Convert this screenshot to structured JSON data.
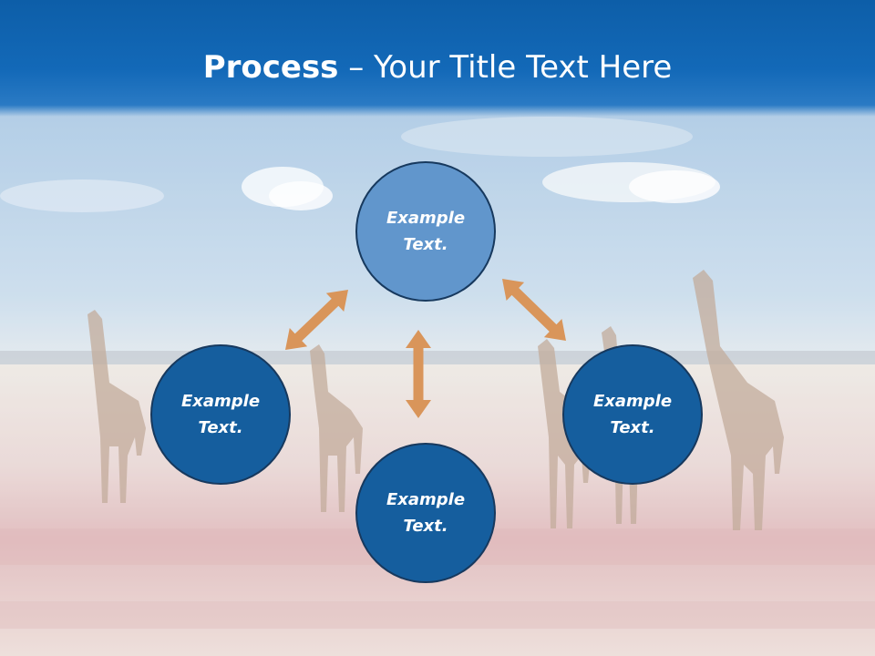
{
  "title": {
    "bold": "Process",
    "rest": " – Your Title Text Here"
  },
  "nodes": [
    {
      "label": "Example Text.",
      "color": "#6196cc"
    },
    {
      "label": "Example Text.",
      "color": "#155e9e"
    },
    {
      "label": "Example Text.",
      "color": "#155e9e"
    },
    {
      "label": "Example Text.",
      "color": "#155e9e"
    }
  ],
  "colors": {
    "title_band": "#1369b8",
    "arrow": "#d9955a",
    "node_border": "#17395e"
  }
}
